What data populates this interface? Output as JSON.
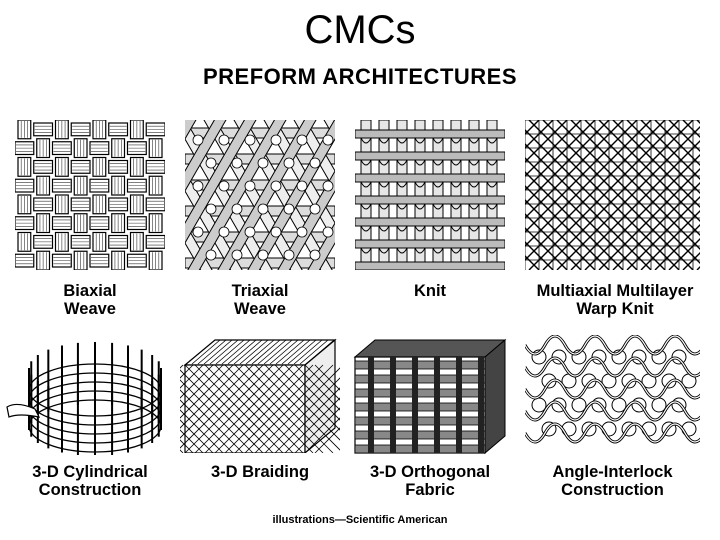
{
  "title": "CMCs",
  "subtitle": "PREFORM  ARCHITECTURES",
  "panels": [
    {
      "id": "biaxial",
      "line1": "Biaxial",
      "line2": "Weave"
    },
    {
      "id": "triaxial",
      "line1": "Triaxial",
      "line2": "Weave"
    },
    {
      "id": "knit",
      "line1": "Knit",
      "line2": ""
    },
    {
      "id": "multiaxial",
      "line1": "Multiaxial Multilayer",
      "line2": "Warp Knit"
    },
    {
      "id": "cylindrical",
      "line1": "3-D Cylindrical",
      "line2": "Construction"
    },
    {
      "id": "braiding",
      "line1": "3-D Braiding",
      "line2": ""
    },
    {
      "id": "orthogonal",
      "line1": "3-D Orthogonal",
      "line2": "Fabric"
    },
    {
      "id": "interlock",
      "line1": "Angle-Interlock",
      "line2": "Construction"
    }
  ],
  "credit": "illustrations—Scientific American"
}
